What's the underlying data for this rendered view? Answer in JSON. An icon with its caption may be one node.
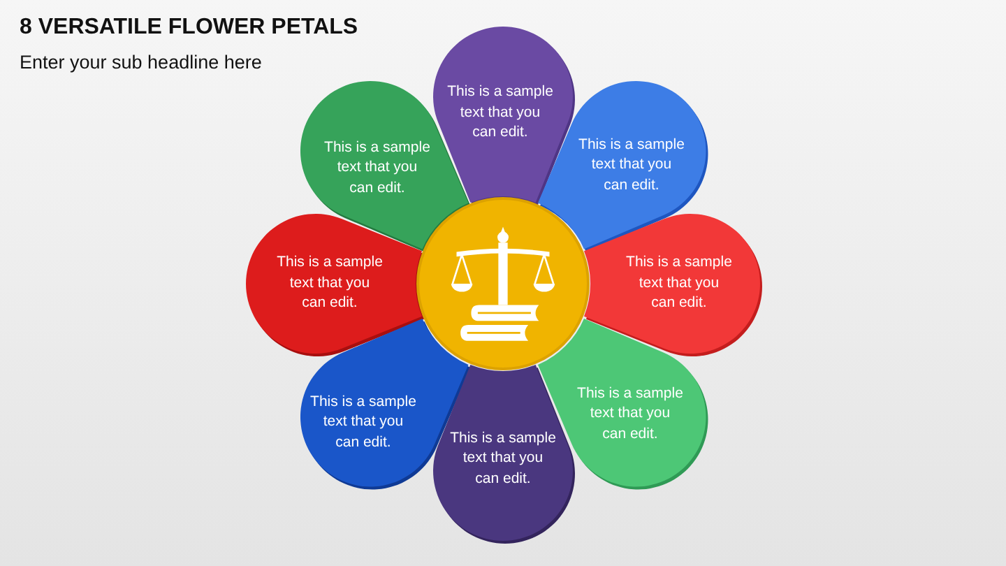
{
  "diagram": {
    "title": "8 VERSATILE FLOWER PETALS",
    "nodes": [
      {
        "text": [
          "This is a sample text that you can edit."
        ]
      },
      {
        "text": [
          "This is a sample text that you can edit."
        ]
      },
      {
        "text": [
          "This is a sample text that you can edit."
        ]
      },
      {
        "text": [
          "This is a sample text that you can edit."
        ]
      },
      {
        "text": [],
        "shape": "circle"
      },
      {
        "text": [
          "This is a sample text that you can edit."
        ]
      },
      {
        "text": [
          "This is a sample text that you can edit."
        ]
      },
      {
        "text": [
          "This is a sample text that you can edit."
        ]
      },
      {
        "text": [
          "This is a sample text that you can edit."
        ]
      }
    ],
    "labels": [
      "Enter your sub headline here"
    ]
  }
}
